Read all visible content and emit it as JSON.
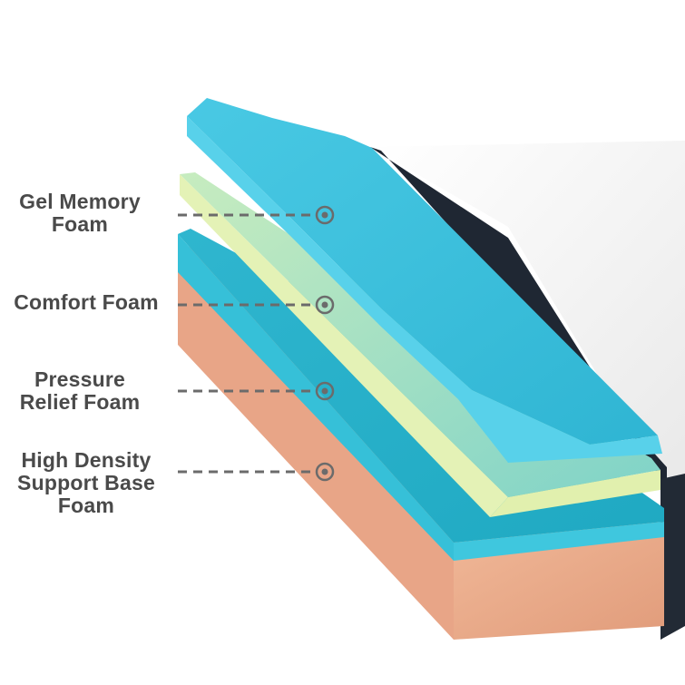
{
  "layers": [
    {
      "id": "gel-memory-foam",
      "lines": [
        "Gel Memory",
        "Foam"
      ],
      "color": "#3cc3df"
    },
    {
      "id": "comfort-foam",
      "lines": [
        "Comfort Foam"
      ],
      "color": "#d9eeb4"
    },
    {
      "id": "pressure-relief-foam",
      "lines": [
        "Pressure",
        "Relief Foam"
      ],
      "color": "#34bdd6"
    },
    {
      "id": "high-density-support-base-foam",
      "lines": [
        "High Density",
        "Support Base",
        "Foam"
      ],
      "color": "#e8a98a"
    }
  ],
  "colors": {
    "label_text": "#4a4a4a",
    "leader_line": "#6b6b6b",
    "cover": "#f2f2f2",
    "cover_border": "#1f2733"
  }
}
